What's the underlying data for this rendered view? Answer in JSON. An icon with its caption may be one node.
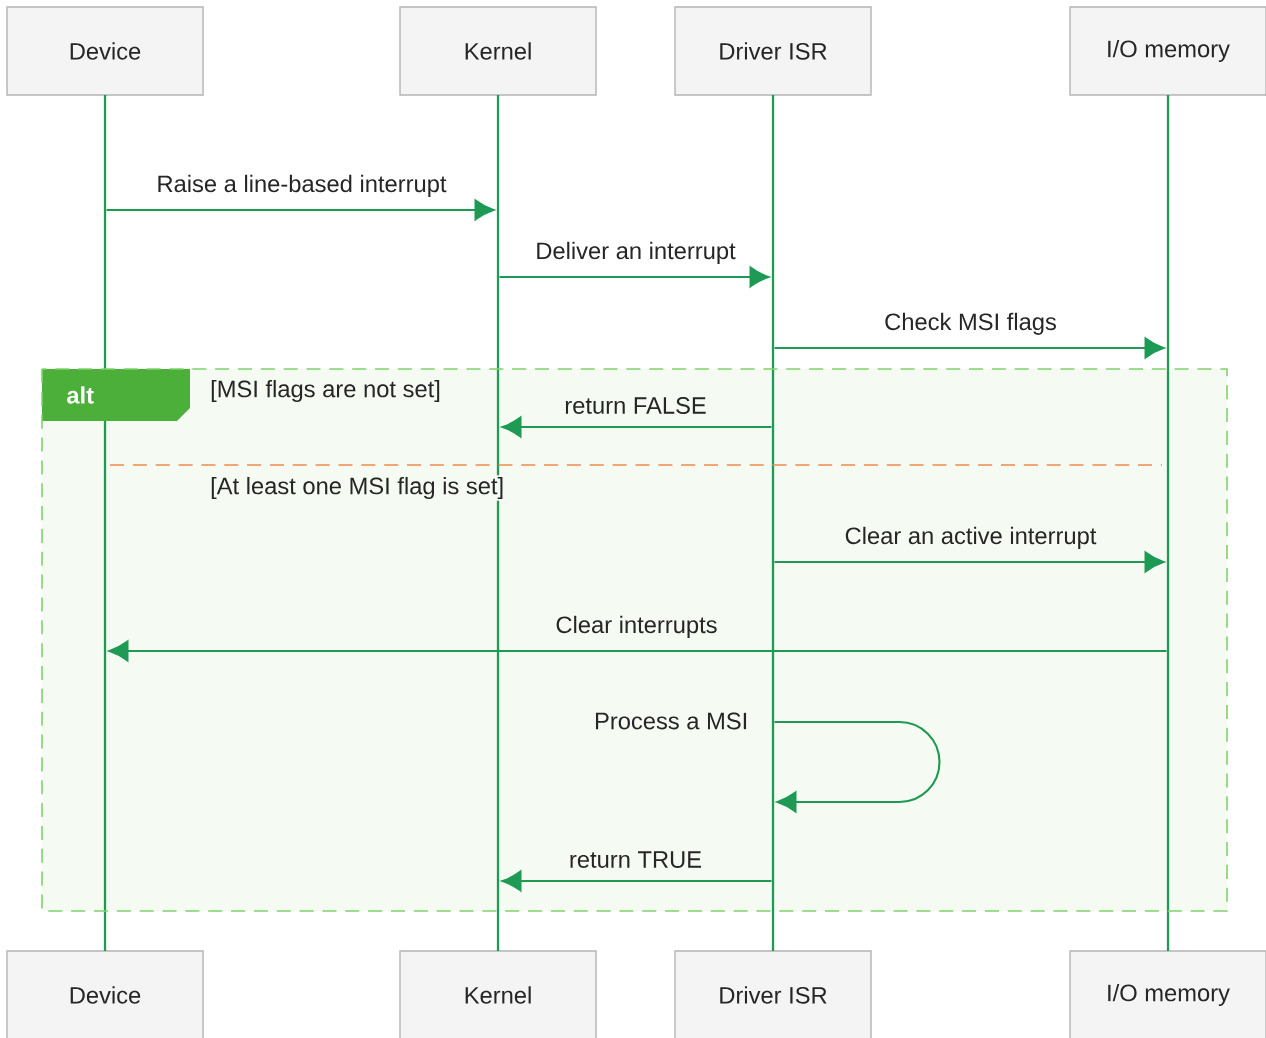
{
  "diagram": {
    "nodes": [
      {
        "text": [
          "Device"
        ]
      },
      {
        "text": [
          "Kernel"
        ]
      },
      {
        "text": [
          "Driver ISR"
        ]
      },
      {
        "text": [
          "I/O memory"
        ]
      },
      {
        "text": [
          "Device"
        ]
      },
      {
        "text": [
          "Kernel"
        ]
      },
      {
        "text": [
          "Driver ISR"
        ]
      },
      {
        "text": [
          "I/O memory"
        ]
      },
      {
        "text": [
          "alt"
        ]
      },
      {
        "text": [],
        "shape": "bar"
      },
      {
        "text": [],
        "shape": "bar"
      },
      {
        "text": [],
        "shape": "bar"
      },
      {
        "text": [],
        "shape": "bar"
      }
    ],
    "edges": [
      {
        "from": 9,
        "to": 10,
        "arrow": "to",
        "label": "Raise a line-based interrupt"
      },
      {
        "from": 10,
        "to": 11,
        "arrow": "to",
        "label": "Deliver an interrupt"
      },
      {
        "from": 11,
        "to": 12,
        "arrow": "to",
        "label": "Check MSI flags"
      },
      {
        "from": 11,
        "to": 10,
        "arrow": "to",
        "label": "return FALSE"
      },
      {
        "from": 11,
        "to": 12,
        "arrow": "to",
        "label": "Clear an active interrupt"
      },
      {
        "from": 12,
        "to": 9,
        "arrow": "to",
        "label": "Clear interrupts"
      },
      {
        "from": 11,
        "to": 11,
        "arrow": "to",
        "label": "Process a MSI"
      },
      {
        "from": 11,
        "to": 10,
        "arrow": "to",
        "label": "return TRUE"
      }
    ],
    "labels": [
      "[MSI flags are not set]",
      "[At least one MSI flag is set]"
    ]
  }
}
